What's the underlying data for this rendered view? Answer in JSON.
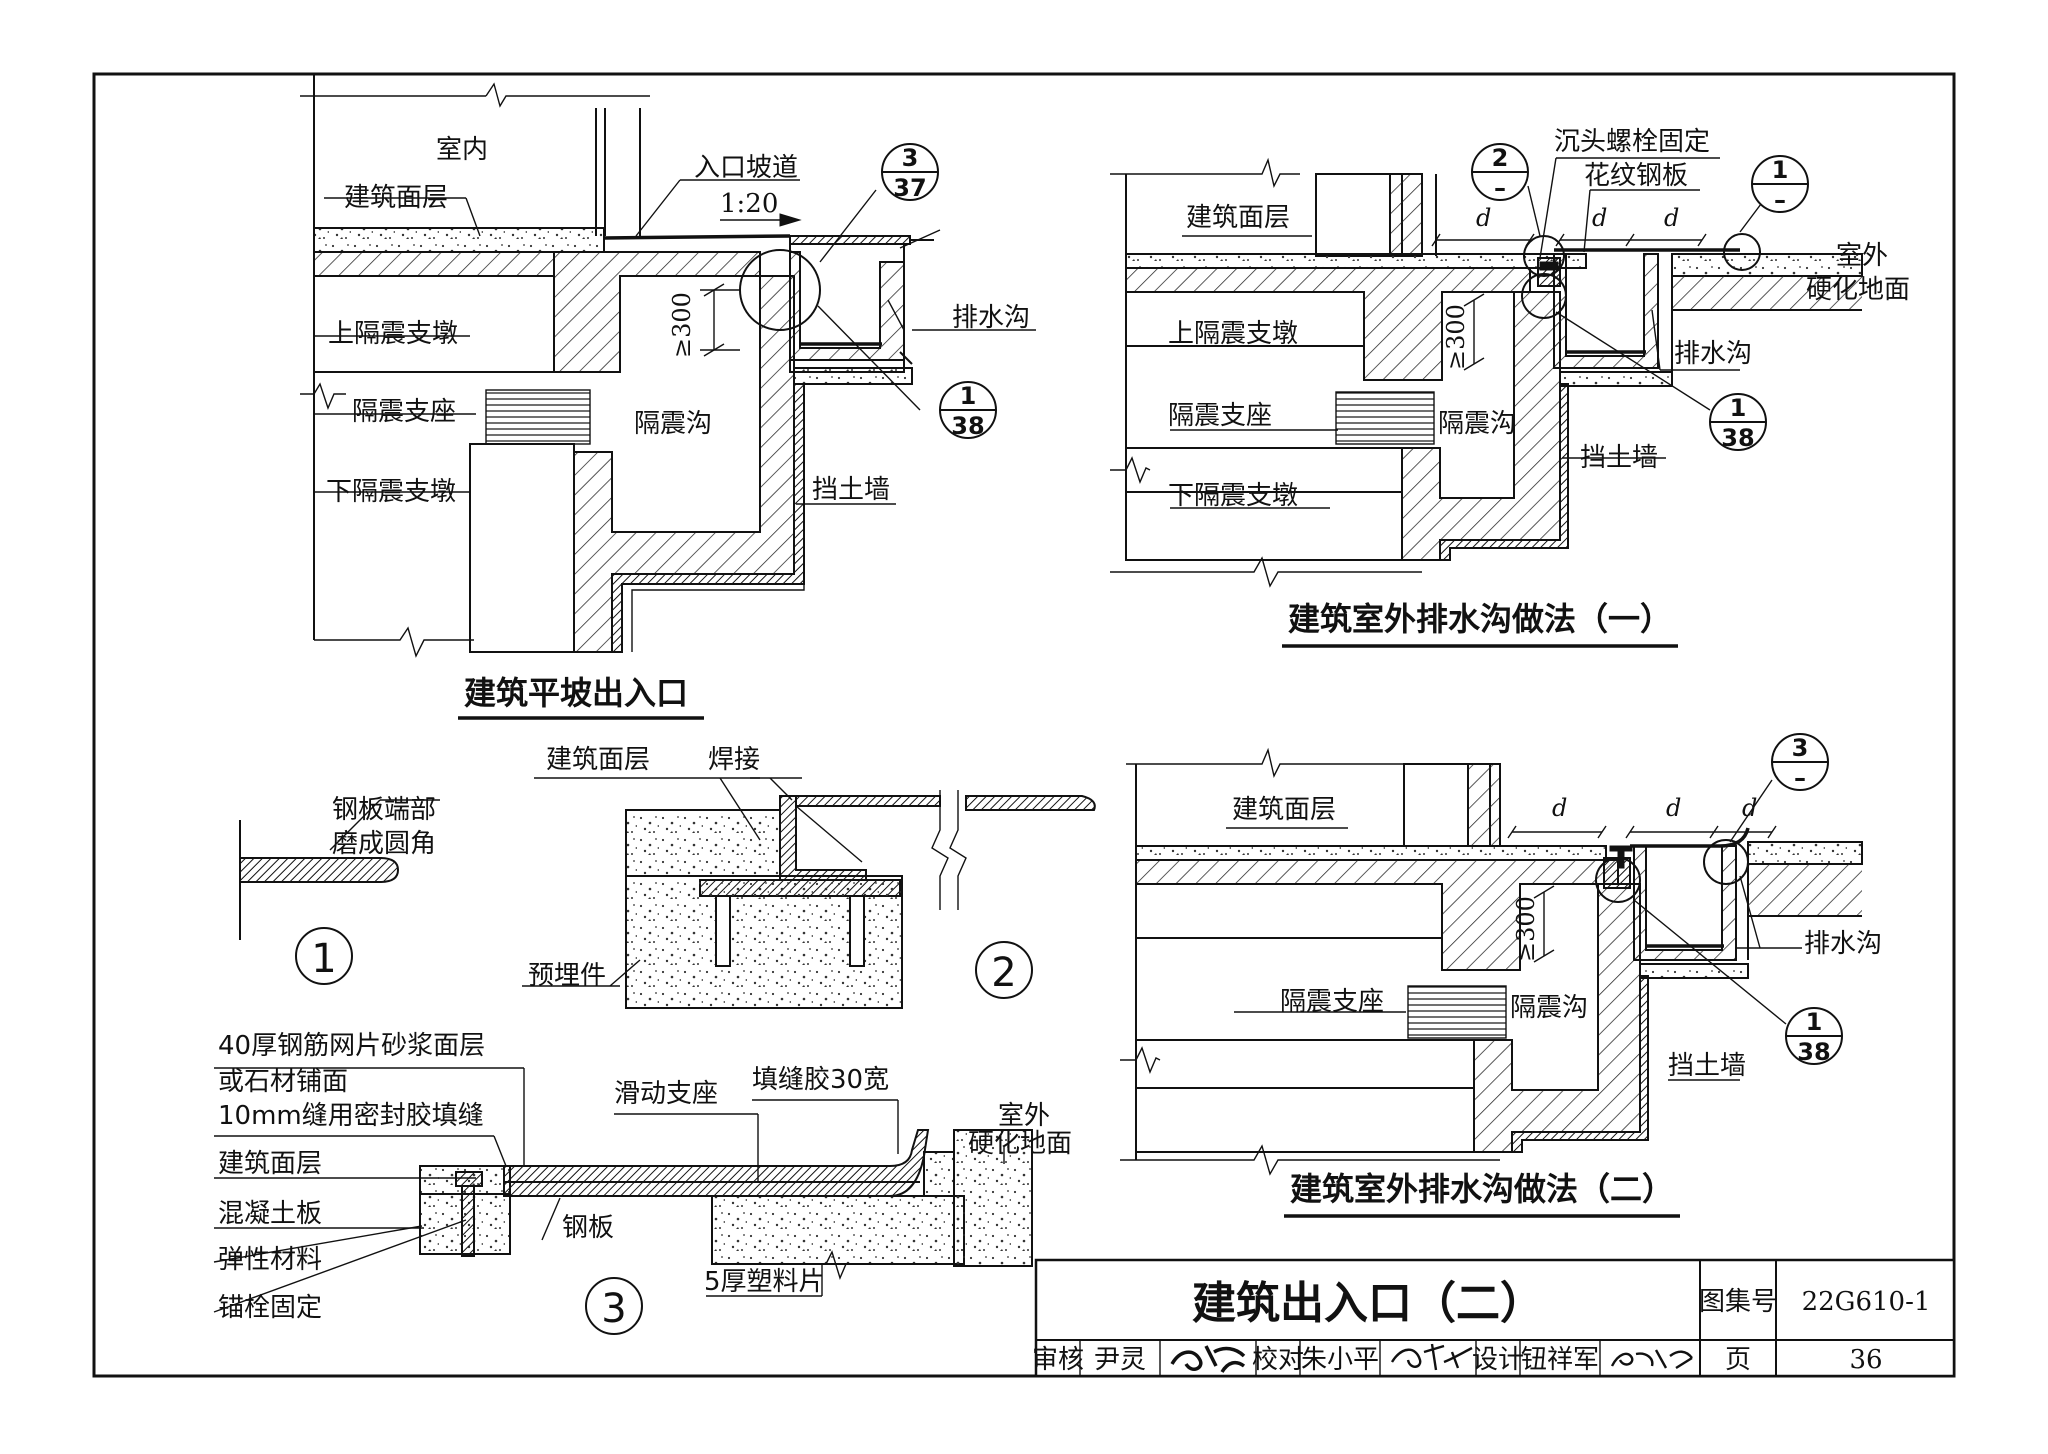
{
  "sheet": {
    "title": "建筑出入口（二）",
    "atlas_label": "图集号",
    "atlas_no": "22G610-1",
    "page_label": "页",
    "page_no": "36",
    "review_label": "审核",
    "reviewer": "尹灵",
    "check_label": "校对",
    "checker": "朱小平",
    "design_label": "设计",
    "designer": "钮祥军",
    "signatures": [
      "尹灵",
      "朱小平",
      "钮祥军"
    ]
  },
  "view_ramp": {
    "title": "建筑平坡出入口",
    "labels": {
      "indoor": "室内",
      "floor": "建筑面层",
      "ramp": "入口坡道",
      "slope": "1:20",
      "upper_pier": "上隔震支墩",
      "bearing": "隔震支座",
      "lower_pier": "下隔震支墩",
      "trench": "隔震沟",
      "drain": "排水沟",
      "retaining": "挡土墙",
      "depth": "≥300"
    },
    "refs": [
      {
        "num": "3",
        "sheet": "37"
      },
      {
        "num": "1",
        "sheet": "38"
      }
    ]
  },
  "view_drain1": {
    "title": "建筑室外排水沟做法（一）",
    "labels": {
      "floor": "建筑面层",
      "bolt": "沉头螺栓固定",
      "plate": "花纹钢板",
      "outdoor": "室外",
      "hard_ground": "硬化地面",
      "upper_pier": "上隔震支墩",
      "bearing": "隔震支座",
      "lower_pier": "下隔震支墩",
      "trench": "隔震沟",
      "drain": "排水沟",
      "retaining": "挡土墙",
      "depth": "≥300",
      "d": "d"
    },
    "refs": [
      {
        "num": "2",
        "sheet": "–"
      },
      {
        "num": "1",
        "sheet": "–"
      },
      {
        "num": "1",
        "sheet": "38"
      }
    ]
  },
  "view_drain2": {
    "title": "建筑室外排水沟做法（二）",
    "labels": {
      "floor": "建筑面层",
      "bearing": "隔震支座",
      "trench": "隔震沟",
      "drain": "排水沟",
      "retaining": "挡土墙",
      "depth": "≥300",
      "d": "d"
    },
    "refs": [
      {
        "num": "3",
        "sheet": "–"
      },
      {
        "num": "1",
        "sheet": "38"
      }
    ]
  },
  "detail1": {
    "num": "1",
    "note_line1": "钢板端部",
    "note_line2": "磨成圆角"
  },
  "detail2": {
    "num": "2",
    "floor": "建筑面层",
    "weld": "焊接",
    "embed": "预埋件"
  },
  "detail3": {
    "num": "3",
    "mortar": "40厚钢筋网片砂浆面层",
    "stone": "或石材铺面",
    "seal": "10mm缝用密封胶填缝",
    "floor": "建筑面层",
    "slab": "混凝土板",
    "elastic": "弹性材料",
    "anchor": "锚栓固定",
    "sliding": "滑动支座",
    "filler": "填缝胶30宽",
    "outdoor": "室外",
    "hard_ground": "硬化地面",
    "steel": "钢板",
    "plastic": "5厚塑料片"
  }
}
